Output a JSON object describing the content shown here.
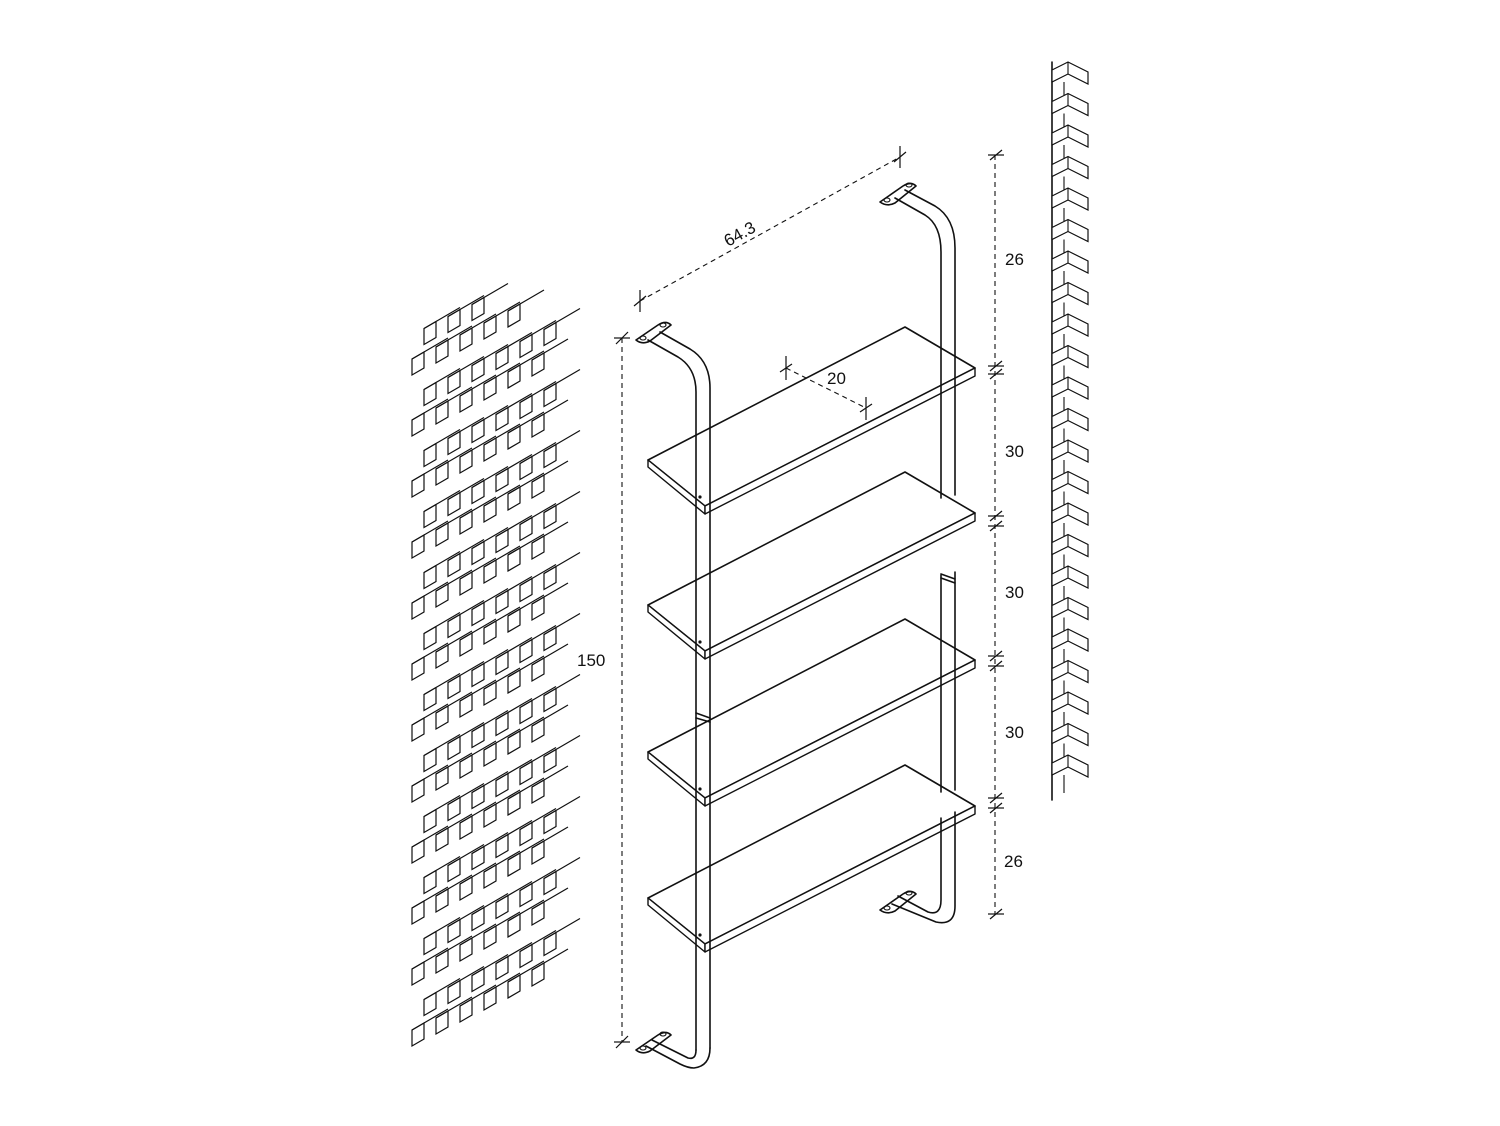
{
  "diagram": {
    "dimensions": {
      "overall_width": "64.3",
      "shelf_depth": "20",
      "overall_height": "150",
      "top_gap": "26",
      "shelf_spacing_1": "30",
      "shelf_spacing_2": "30",
      "shelf_spacing_3": "30",
      "bottom_gap": "26"
    }
  }
}
